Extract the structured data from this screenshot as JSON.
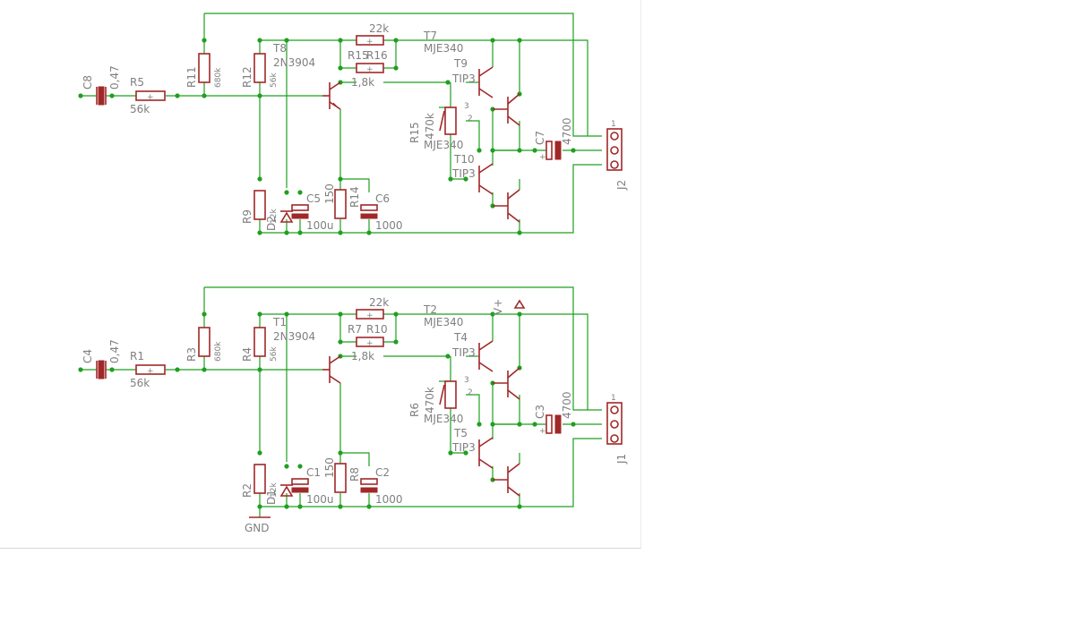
{
  "colors": {
    "wire": "#1fa01f",
    "part": "#a02828",
    "label": "#808080"
  },
  "ground_label": "GND",
  "supply_label": "V+",
  "channels": [
    {
      "C_in": "C8",
      "C_in_val": "0,47",
      "R_in": "R5",
      "R_in_val": "56k",
      "R_bias_top": "R11",
      "R_bias_top_val": "680k",
      "R_a": "R12",
      "R_a_val": "56k",
      "R_low": "R9",
      "R_low_val": "12k",
      "D": "D2",
      "C_e": "C5",
      "C_e_val": "100u",
      "R_e": "R14",
      "R_e_val": "150",
      "C_b": "C6",
      "C_b_val": "1000",
      "T_in": "T8",
      "T_in_val": "2N3904",
      "R_fb": "22k",
      "R_b": "R16",
      "R_b2": "R15",
      "R_b_val": "1,8k",
      "T_drv": "T7",
      "T_drv_val": "MJE340",
      "T_top": "T9",
      "T_top_val": "TIP3",
      "Pot": "R15",
      "Pot_val": "470k",
      "T_bot_drv_val": "MJE340",
      "T_bot": "T10",
      "T_bot_val": "TIP3",
      "C_out": "C7",
      "C_out_val": "4700",
      "J": "J2"
    },
    {
      "C_in": "C4",
      "C_in_val": "0,47",
      "R_in": "R1",
      "R_in_val": "56k",
      "R_bias_top": "R3",
      "R_bias_top_val": "680k",
      "R_a": "R4",
      "R_a_val": "56k",
      "R_low": "R2",
      "R_low_val": "12k",
      "D": "D1",
      "C_e": "C1",
      "C_e_val": "100u",
      "R_e": "R8",
      "R_e_val": "150",
      "C_b": "C2",
      "C_b_val": "1000",
      "T_in": "T1",
      "T_in_val": "2N3904",
      "R_fb": "22k",
      "R_b": "R10",
      "R_b2": "R7",
      "R_b_val": "1,8k",
      "T_drv": "T2",
      "T_drv_val": "MJE340",
      "T_top": "T4",
      "T_top_val": "TIP3",
      "Pot": "R6",
      "Pot_val": "470k",
      "T_bot_drv_val": "MJE340",
      "T_bot": "T5",
      "T_bot_val": "TIP3",
      "C_out": "C3",
      "C_out_val": "4700",
      "J": "J1"
    }
  ]
}
